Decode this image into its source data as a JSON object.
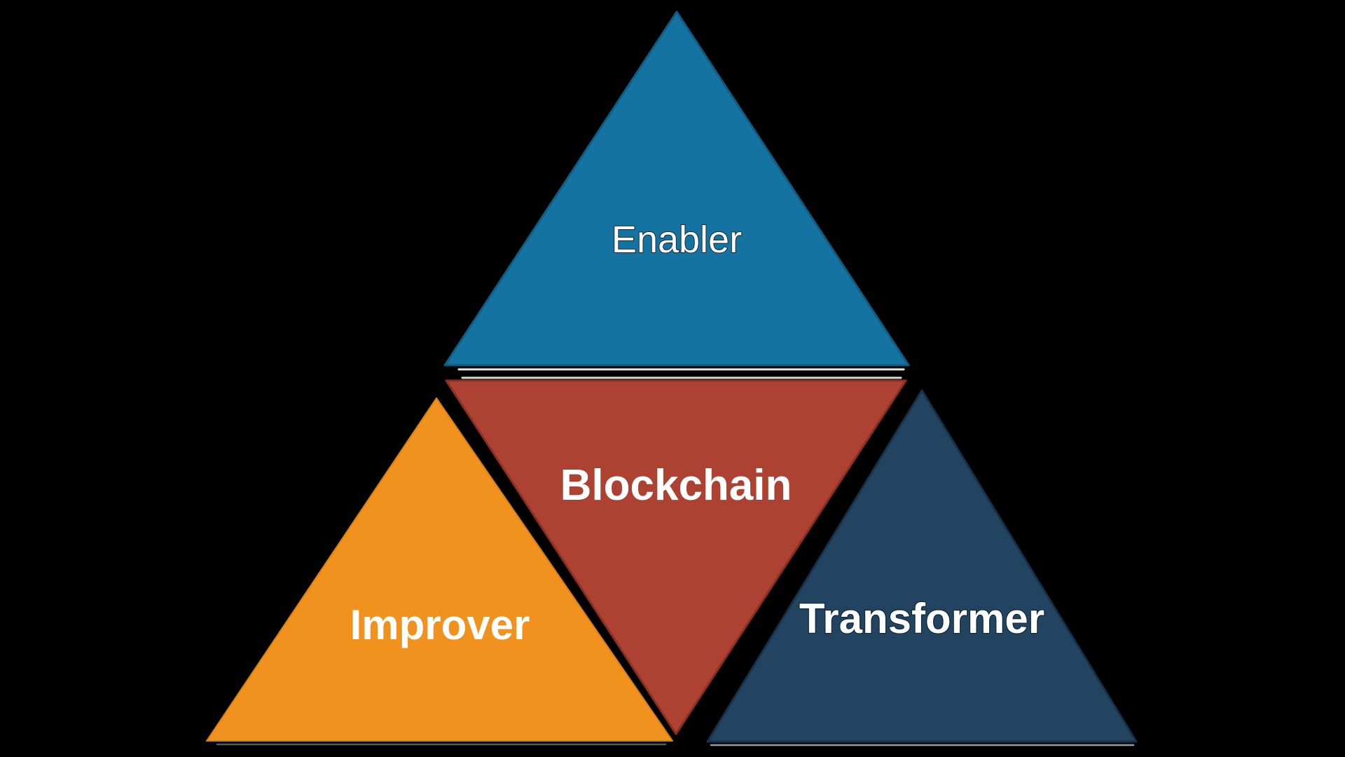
{
  "canvas": {
    "background": "#000000"
  },
  "pyramid": {
    "top": {
      "label": "Enabler",
      "fill": "#1473a0"
    },
    "center": {
      "label": "Blockchain",
      "fill": "#ae4232"
    },
    "left": {
      "label": "Improver",
      "fill": "#f1921e"
    },
    "right": {
      "label": "Transformer",
      "fill": "#224460"
    },
    "label_color": "#ffffff"
  }
}
